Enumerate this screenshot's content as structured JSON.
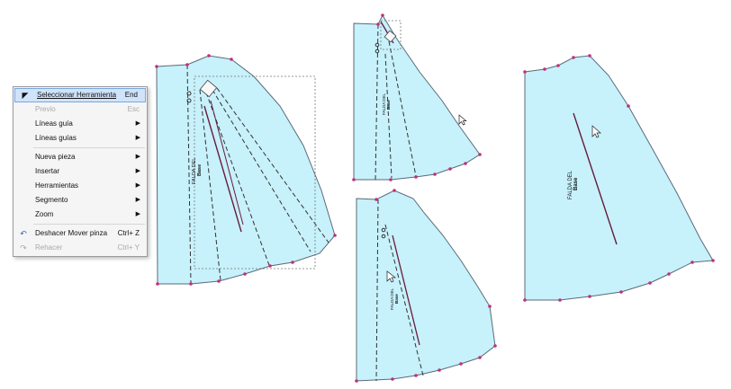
{
  "menu": {
    "items": [
      {
        "label": "Seleccionar Herramienta",
        "shortcut": "End",
        "state": "highlighted",
        "icon": "cursor-arrow-icon"
      },
      {
        "label": "Previo",
        "shortcut": "Esc",
        "state": "disabled"
      },
      {
        "label": "Líneas guía",
        "submenu": true
      },
      {
        "label": "Líneas guías",
        "submenu": true
      },
      {
        "label": "Nueva pieza",
        "submenu": true
      },
      {
        "label": "Insertar",
        "submenu": true
      },
      {
        "label": "Herramientas",
        "submenu": true
      },
      {
        "label": "Segmento",
        "submenu": true
      },
      {
        "label": "Zoom",
        "submenu": true
      },
      {
        "label": "Deshacer Mover pinza",
        "shortcut": "Ctrl+ Z",
        "icon": "undo-arrow-icon"
      },
      {
        "label": "Rehacer",
        "shortcut": "Ctrl+ Y",
        "state": "disabled",
        "icon": "redo-arrow-icon"
      }
    ]
  },
  "pieces": {
    "label_line1": "FALDA DEL",
    "label_line2": "Base"
  },
  "colors": {
    "piece_fill": "#c7f1fb",
    "piece_stroke": "#5a6a78",
    "point": "#c0307a",
    "dart": "#6a1a3a",
    "highlight": "#cfe3fb"
  }
}
